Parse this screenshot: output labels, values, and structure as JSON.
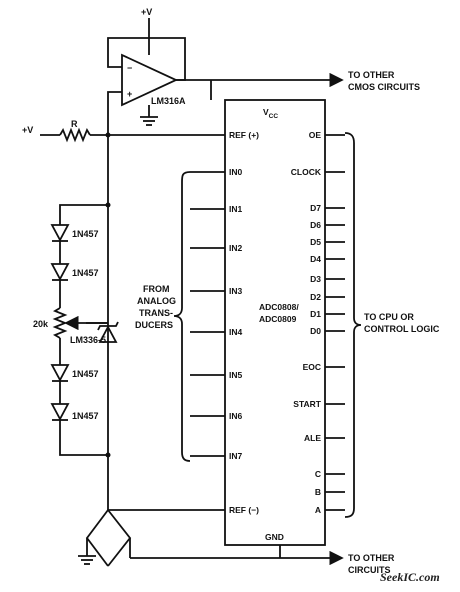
{
  "labels": {
    "vplus_top": "+V",
    "vplus_left": "+V",
    "resistor_r": "R",
    "opamp": "LM316A",
    "to_cmos_1": "TO OTHER",
    "to_cmos_2": "CMOS CIRCUITS",
    "to_cmos_bottom_1": "TO OTHER",
    "to_cmos_bottom_2": "CIRCUITS",
    "diode": "1N457",
    "pot": "20k",
    "ref_diode": "LM336-5",
    "analog_1": "FROM",
    "analog_2": "ANALOG",
    "analog_3": "TRANS-",
    "analog_4": "DUCERS",
    "chip_1": "ADC0808/",
    "chip_2": "ADC0809",
    "cpu_1": "TO CPU OR",
    "cpu_2": "CONTROL LOGIC",
    "vcc": "V",
    "vcc_sub": "CC",
    "gnd": "GND",
    "watermark": "SeekIC.com"
  },
  "chip": {
    "left_pins": [
      "REF (+)",
      "IN0",
      "IN1",
      "IN2",
      "IN3",
      "IN4",
      "IN5",
      "IN6",
      "IN7",
      "REF (−)"
    ],
    "right_pins": [
      "OE",
      "CLOCK",
      "D7",
      "D6",
      "D5",
      "D4",
      "D3",
      "D2",
      "D1",
      "D0",
      "EOC",
      "START",
      "ALE",
      "C",
      "B",
      "A"
    ]
  },
  "icons": {
    "opamp": "opamp-triangle-icon",
    "ground": "ground-icon",
    "diode": "diode-icon",
    "zener": "zener-diode-icon",
    "resistor": "resistor-icon",
    "potentiometer": "potentiometer-icon",
    "arrow": "arrow-right-icon",
    "brace": "curly-brace-icon"
  }
}
